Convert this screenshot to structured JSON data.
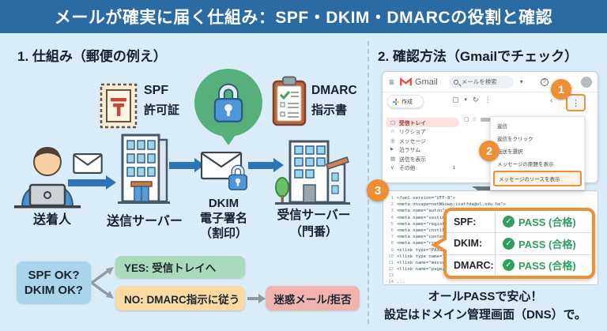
{
  "header": {
    "title": "メールが確実に届く仕組み：SPF・DKIM・DMARCの役割と確認"
  },
  "left": {
    "section_title": "1. 仕組み（郵便の例え）",
    "spf_badge": {
      "title": "SPF",
      "subtitle": "許可証"
    },
    "dmarc_badge": {
      "title": "DMARC",
      "subtitle": "指示書"
    },
    "sender_label": "送着人",
    "send_server_label": "送信サーバー",
    "dkim_label": {
      "l1": "DKIM",
      "l2": "電子署名",
      "l3": "（割印）"
    },
    "recv_server_label": {
      "l1": "受信サーバー",
      "l2": "（門番）"
    },
    "decision": {
      "l1": "SPF OK?",
      "l2": "DKIM OK?"
    },
    "yes_label": "YES: 受信トレイへ",
    "no_label": "NO: DMARC指示に従う",
    "reject_label": "迷惑メール/拒否"
  },
  "right": {
    "section_title": "2. 確認方法（Gmailでチェック）",
    "gmail": {
      "brand": "Gmail",
      "search_placeholder": "メールを検索",
      "compose_label": "作成",
      "sidebar_items": [
        {
          "label": "受信トレイ",
          "count": ""
        },
        {
          "label": "リクショア",
          "count": ""
        },
        {
          "label": "メッセージ",
          "count": ""
        },
        {
          "label": "泊ラサム",
          "count": ""
        },
        {
          "label": "送信を表示",
          "count": ""
        },
        {
          "label": "その他",
          "count": "1"
        }
      ],
      "menu_items": [
        {
          "label": "返信"
        },
        {
          "label": "返信をクリック"
        },
        {
          "label": "転送を選択"
        },
        {
          "label": "メッセージの原題を表示"
        },
        {
          "label": "メッセージのソースを表示"
        }
      ],
      "step_badges": {
        "step1": "1",
        "step2": "2",
        "step3": "3"
      }
    },
    "code_rows": [
      {
        "n": "1",
        "t": "<?xml version=\"UTF-8\">"
      },
      {
        "n": "2",
        "t": "<meta nosape=netWkowp:isatfda@ol.odu.he\">"
      },
      {
        "n": "3",
        "t": "<meta name=\"auton\">nyDMReaId>"
      },
      {
        "n": "4",
        "t": "<meta name=\"sesting.cowandane=\"M@fll=-8x82\"ald.i=-51M@f=-fhLM#?"
      },
      {
        "n": "5",
        "t": "<meta name=\"registrer\"ad"
      },
      {
        "n": "6",
        "t": "<meta name=\"cnstlls\">er"
      },
      {
        "n": "7",
        "t": "<meta name=\"contentt\">e"
      },
      {
        "n": "8",
        "t": "<meta name=\"rrofit\">ami"
      },
      {
        "n": "9",
        "t": "<slink type=\"PASS\">"
      },
      {
        "n": "10",
        "t": "<llink type name=\"https"
      },
      {
        "n": "11",
        "t": "<llink name=\"messages\""
      },
      {
        "n": "12",
        "t": "<llink name=\"page/@uio"
      },
      {
        "n": "13",
        "t": ""
      },
      {
        "n": "14",
        "t": "..."
      }
    ],
    "results": [
      {
        "label": "SPF:",
        "status": "PASS (合格)"
      },
      {
        "label": "DKIM:",
        "status": "PASS (合格)"
      },
      {
        "label": "DMARC:",
        "status": "PASS (合格)"
      }
    ],
    "footer": {
      "l1": "オールPASSで安心！",
      "l2": "設定はドメイン管理画面（DNS）で。"
    }
  },
  "icons": {
    "hamburger": "≡",
    "dropdown_caret": "▾",
    "checkbox": "▢",
    "refresh": "↻",
    "kebab": "⋮",
    "help": "?",
    "chevron_left": "‹",
    "star": "☆",
    "circle": "◎",
    "send": "▶",
    "doc": "▤",
    "chevron_down": "∨",
    "check": "✓",
    "plus": "+"
  },
  "colors": {
    "accent_orange": "#ee8f35",
    "pass_green": "#2f9e5f",
    "header_blue": "#2b6ba4",
    "arrow_blue": "#2e74b5"
  }
}
